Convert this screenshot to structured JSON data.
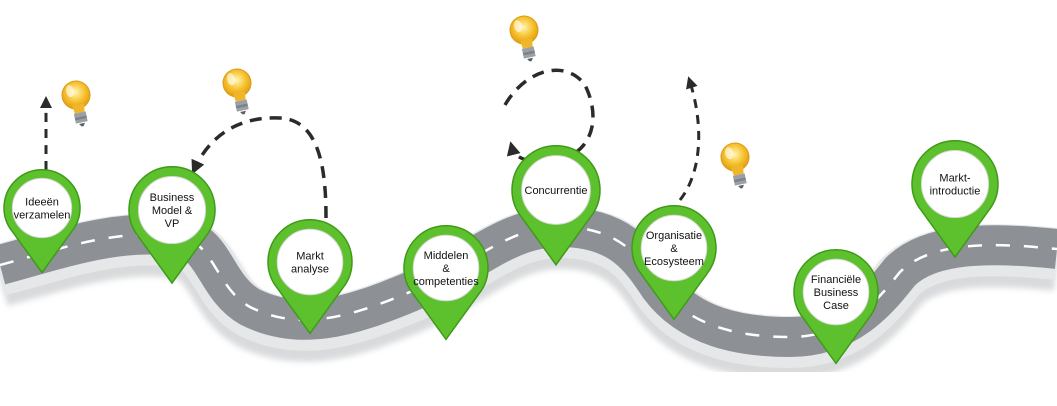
{
  "colors": {
    "pin_green": "#5cc12c",
    "pin_green_dark": "#3f9a1a",
    "pin_inner": "#ffffff",
    "road": "#8d9196",
    "road_edge": "#e4e5e7",
    "road_line": "#ffffff",
    "arrow": "#2b2b2b",
    "bulb": "#f7c331"
  },
  "milestones": [
    {
      "id": "ideeen",
      "lines": [
        "Ideeën",
        "verzamelen"
      ]
    },
    {
      "id": "business-model",
      "lines": [
        "Business",
        "Model &",
        "VP"
      ]
    },
    {
      "id": "markt-analyse",
      "lines": [
        "Markt",
        "analyse"
      ]
    },
    {
      "id": "middelen",
      "lines": [
        "Middelen",
        "&",
        "competenties"
      ]
    },
    {
      "id": "concurrentie",
      "lines": [
        "Concurrentie"
      ]
    },
    {
      "id": "organisatie",
      "lines": [
        "Organisatie",
        "&",
        "Ecosysteem"
      ]
    },
    {
      "id": "financiele",
      "lines": [
        "Financiële",
        "Business",
        "Case"
      ]
    },
    {
      "id": "markt-introductie",
      "lines": [
        "Markt-",
        "introductie"
      ]
    }
  ],
  "icons": [
    "lightbulb-icon",
    "lightbulb-icon",
    "lightbulb-icon",
    "lightbulb-icon"
  ]
}
